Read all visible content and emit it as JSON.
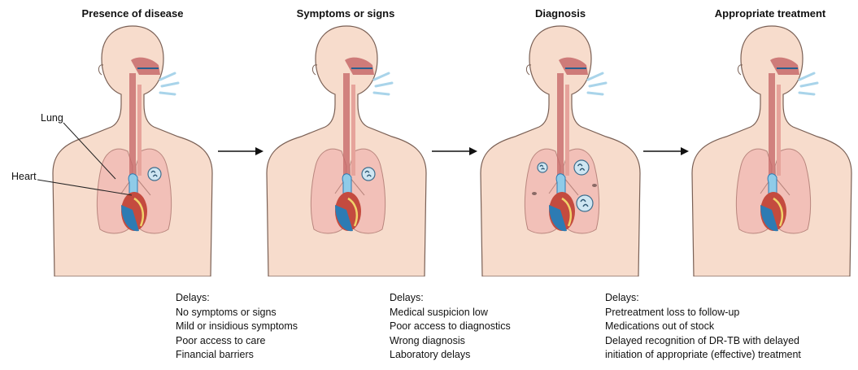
{
  "stages": [
    {
      "title": "Presence of disease",
      "lungs": "nodule"
    },
    {
      "title": "Symptoms or signs",
      "lungs": "nodule"
    },
    {
      "title": "Diagnosis",
      "lungs": "cavities"
    },
    {
      "title": "Appropriate treatment",
      "lungs": "clear"
    }
  ],
  "callouts": {
    "lung": "Lung",
    "heart": "Heart"
  },
  "delays": [
    {
      "heading": "Delays:",
      "items": [
        "No symptoms or signs",
        "Mild or insidious symptoms",
        "Poor access to care",
        "Financial barriers"
      ]
    },
    {
      "heading": "Delays:",
      "items": [
        "Medical suspicion low",
        "Poor access to diagnostics",
        "Wrong diagnosis",
        "Laboratory delays"
      ]
    },
    {
      "heading": "Delays:",
      "items": [
        "Pretreatment loss to follow-up",
        "Medications out of stock",
        "Delayed recognition of DR-TB with delayed",
        "initiation of appropriate (effective) treatment"
      ]
    }
  ],
  "colors": {
    "skin": "#f7dccc",
    "skin_outline": "#7a6055",
    "lung": "#f2c0b8",
    "lung_outline": "#b8857d",
    "airway": "#c76a6a",
    "vessel_blue": "#2d7bb3",
    "vessel_light": "#8fcbe8",
    "heart_red": "#c44b3f",
    "lesion": "#cfe6f2",
    "arrow": "#111111"
  }
}
